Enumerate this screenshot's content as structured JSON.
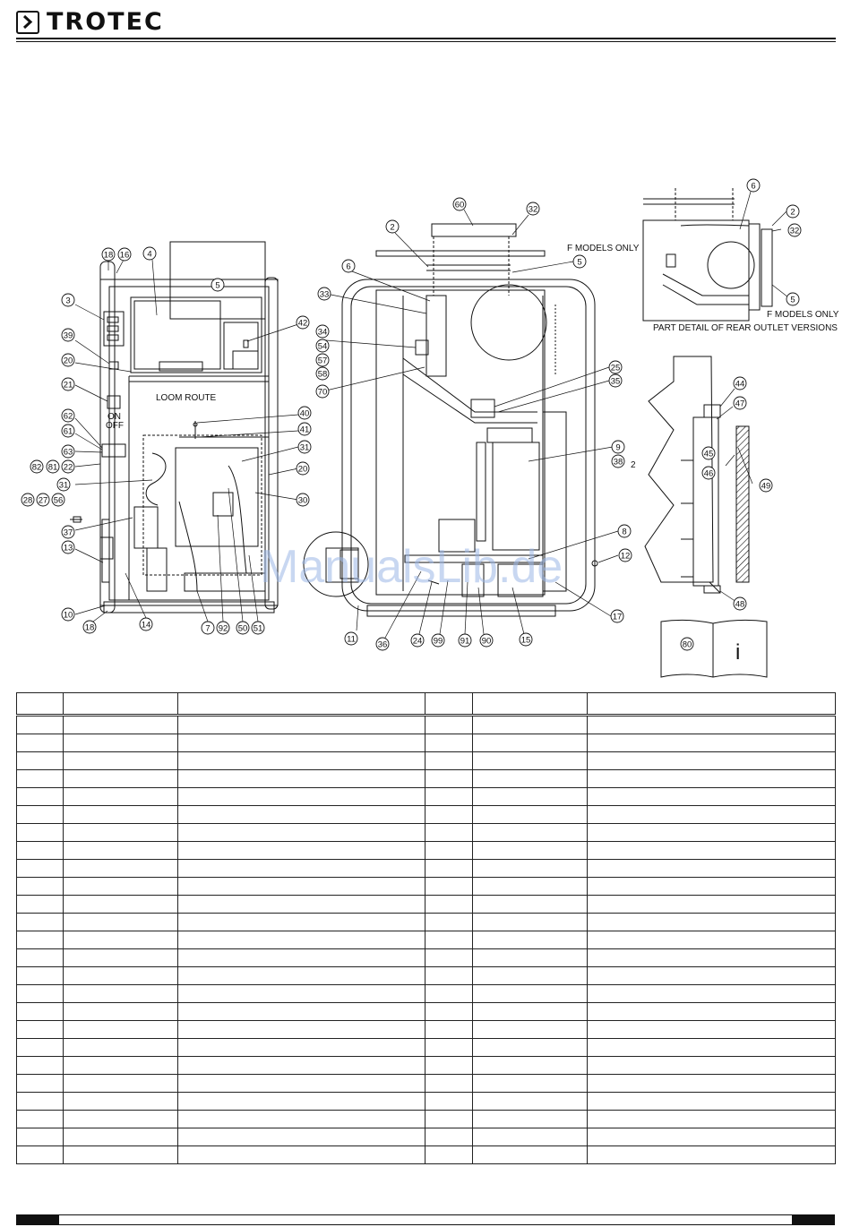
{
  "brand": {
    "name": "TROTEC"
  },
  "labels": {
    "loom_route": "LOOM ROUTE",
    "switch_on": "ON",
    "switch_off": "OFF",
    "f_models_only": "F MODELS ONLY",
    "part_detail": "PART DETAIL OF REAR OUTLET VERSIONS",
    "side_note": "2",
    "info_symbol": "i"
  },
  "callouts": {
    "c18a": "18",
    "c16": "16",
    "c4": "4",
    "c5a": "5",
    "c3": "3",
    "c42": "42",
    "c39": "39",
    "c20a": "20",
    "c21": "21",
    "c40": "40",
    "c41": "41",
    "c62": "62",
    "c61": "61",
    "c31a": "31",
    "c63": "63",
    "c82": "82",
    "c81": "81",
    "c22": "22",
    "c20b": "20",
    "c31b": "31",
    "c30": "30",
    "c28": "28",
    "c27": "27",
    "c56": "56",
    "c37": "37",
    "c13": "13",
    "c10": "10",
    "c18b": "18",
    "c14": "14",
    "c7": "7",
    "c92": "92",
    "c50": "50",
    "c51": "51",
    "c60": "60",
    "c2a": "2",
    "c32a": "32",
    "c5b": "5",
    "c6a": "6",
    "c33": "33",
    "c34": "34",
    "c54": "54",
    "c57": "57",
    "c58": "58",
    "c70": "70",
    "c25": "25",
    "c35": "35",
    "c9": "9",
    "c38": "38",
    "c8": "8",
    "c12": "12",
    "c17": "17",
    "c11": "11",
    "c36": "36",
    "c24": "24",
    "c99": "99",
    "c91": "91",
    "c90": "90",
    "c15": "15",
    "c6b": "6",
    "c2b": "2",
    "c32b": "32",
    "c5c": "5",
    "c44": "44",
    "c47": "47",
    "c45": "45",
    "c46": "46",
    "c49": "49",
    "c48": "48",
    "c80": "80"
  },
  "watermark": "ManualsLib.de"
}
